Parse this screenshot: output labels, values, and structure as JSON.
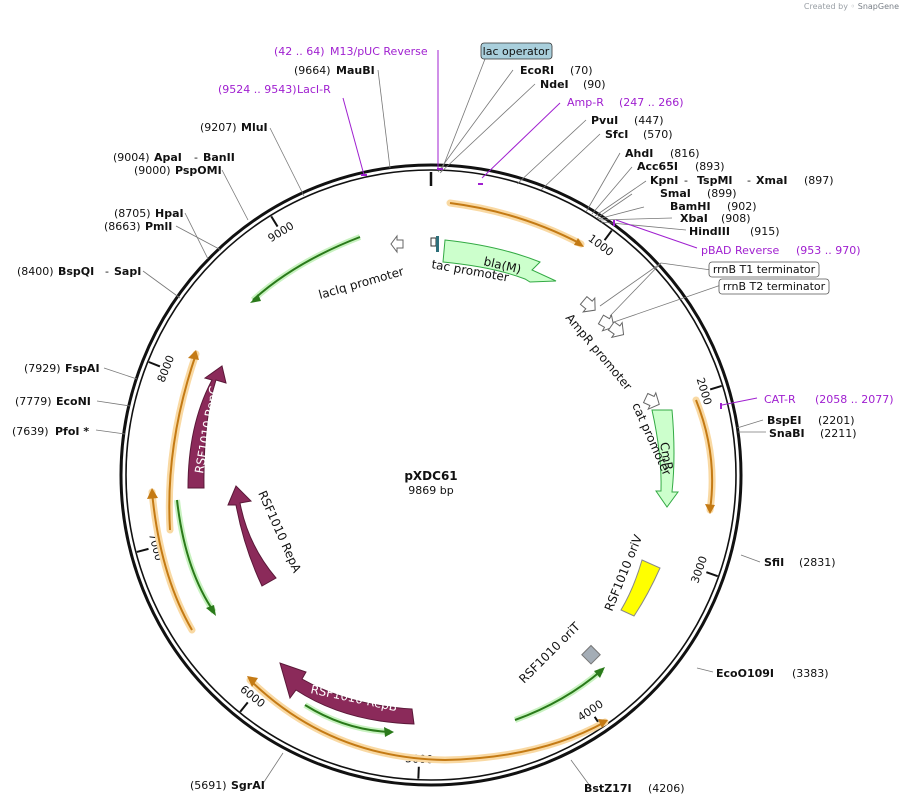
{
  "credit": {
    "prefix": "Created by",
    "brand": "SnapGene"
  },
  "plasmid": {
    "name": "pXDC61",
    "size_label": "9869 bp",
    "length": 9869
  },
  "ticks": [
    {
      "pos": 1000,
      "label": "1000"
    },
    {
      "pos": 2000,
      "label": "2000"
    },
    {
      "pos": 3000,
      "label": "3000"
    },
    {
      "pos": 4000,
      "label": "4000"
    },
    {
      "pos": 5000,
      "label": "5000"
    },
    {
      "pos": 6000,
      "label": "6000"
    },
    {
      "pos": 7000,
      "label": "7000"
    },
    {
      "pos": 8000,
      "label": "8000"
    },
    {
      "pos": 9000,
      "label": "9000"
    }
  ],
  "sites": [
    {
      "name": "MauBI",
      "coord": "(9664)",
      "pos": 9664
    },
    {
      "name": "EcoRI",
      "coord": "(70)",
      "pos": 70
    },
    {
      "name": "NdeI",
      "coord": "(90)",
      "pos": 90
    },
    {
      "name": "PvuI",
      "coord": "(447)",
      "pos": 447
    },
    {
      "name": "SfcI",
      "coord": "(570)",
      "pos": 570
    },
    {
      "name": "AhdI",
      "coord": "(816)",
      "pos": 816
    },
    {
      "name": "Acc65I",
      "coord": "(893)",
      "pos": 893
    },
    {
      "name": "KpnI",
      "coord": "",
      "pos": 897
    },
    {
      "name": "TspMI",
      "coord": "",
      "pos": 897
    },
    {
      "name": "XmaI",
      "coord": "(897)",
      "pos": 897
    },
    {
      "name": "SmaI",
      "coord": "(899)",
      "pos": 899
    },
    {
      "name": "BamHI",
      "coord": "(902)",
      "pos": 902
    },
    {
      "name": "XbaI",
      "coord": "(908)",
      "pos": 908
    },
    {
      "name": "HindIII",
      "coord": "(915)",
      "pos": 915
    },
    {
      "name": "BspEI",
      "coord": "(2201)",
      "pos": 2201
    },
    {
      "name": "SnaBI",
      "coord": "(2211)",
      "pos": 2211
    },
    {
      "name": "SfiI",
      "coord": "(2831)",
      "pos": 2831
    },
    {
      "name": "EcoO109I",
      "coord": "(3383)",
      "pos": 3383
    },
    {
      "name": "BstZ17I",
      "coord": "(4206)",
      "pos": 4206
    },
    {
      "name": "SgrAI",
      "coord": "(5691)",
      "pos": 5691
    },
    {
      "name": "PfoI *",
      "coord": "(7639)",
      "pos": 7639
    },
    {
      "name": "EcoNI",
      "coord": "(7779)",
      "pos": 7779
    },
    {
      "name": "FspAI",
      "coord": "(7929)",
      "pos": 7929
    },
    {
      "name": "BspQI",
      "coord": "(8400)",
      "pos": 8400
    },
    {
      "name": "SapI",
      "coord": "",
      "pos": 8400
    },
    {
      "name": "PmlI",
      "coord": "(8663)",
      "pos": 8663
    },
    {
      "name": "HpaI",
      "coord": "(8705)",
      "pos": 8705
    },
    {
      "name": "PspOMI",
      "coord": "(9000)",
      "pos": 9000
    },
    {
      "name": "ApaI",
      "coord": "(9004)",
      "pos": 9004
    },
    {
      "name": "BanII",
      "coord": "",
      "pos": 9004
    },
    {
      "name": "MluI",
      "coord": "(9207)",
      "pos": 9207
    }
  ],
  "primers": [
    {
      "name": "M13/pUC Reverse",
      "range": "(42 .. 64)",
      "pos": 53
    },
    {
      "name": "LacI-R",
      "range": "(9524 .. 9543)",
      "pos": 9533
    },
    {
      "name": "Amp-R",
      "range": "(247 .. 266)",
      "pos": 256
    },
    {
      "name": "pBAD Reverse",
      "range": "(953 .. 970)",
      "pos": 961
    },
    {
      "name": "CAT-R",
      "range": "(2058 .. 2077)",
      "pos": 2067
    }
  ],
  "boxed_labels": [
    {
      "name": "lac operator",
      "style": "blue"
    },
    {
      "name": "rrnB T1 terminator",
      "style": "white"
    },
    {
      "name": "rrnB T2 terminator",
      "style": "white"
    }
  ],
  "features": {
    "bla_M": "bla(M)",
    "CmR": "CmR",
    "RSF1010_RepC": "RSF1010 RepC",
    "RSF1010_RepB": "RSF1010 RepB",
    "RSF1010_RepA": "RSF1010 RepA",
    "RSF1010_oriV": "RSF1010 oriV",
    "RSF1010_oriT": "RSF1010 oriT",
    "tac_promoter": "tac promoter",
    "lacIq_promoter": "lacIq promoter",
    "AmpR_promoter": "AmpR promoter",
    "cat_promoter": "cat promoter"
  },
  "colors": {
    "primer": "#a020d0",
    "green_fill": "#ccffcc",
    "green_stroke": "#33aa44",
    "maroon": "#8b2a5a",
    "yellow": "#ffff00",
    "orange_arc": "#c47a14",
    "orange_glow": "#f9d9a3",
    "oriT": "#a4adb6",
    "lac_operator_fill": "#a9cfdc"
  }
}
